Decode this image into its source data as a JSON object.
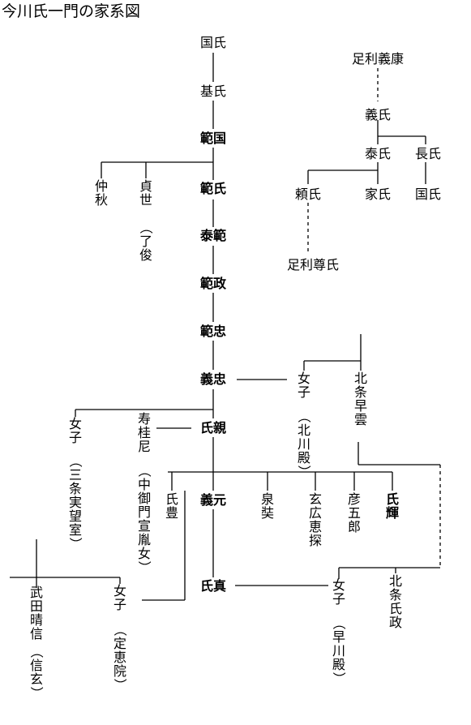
{
  "title": "今川氏一門の家系図",
  "nodes": {
    "kunuji": "国氏",
    "motouji": "基氏",
    "norikuni": "範国",
    "noriuji": "範氏",
    "yasunori": "泰範",
    "norimasa": "範政",
    "noritada": "範忠",
    "yoshitada": "義忠",
    "ujichika": "氏親",
    "yoshimoto": "義元",
    "ujizane": "氏真",
    "ashikaga_yoshiyasu": "足利義康",
    "yoshiuji": "義氏",
    "yasuuji": "泰氏",
    "nagauji": "長氏",
    "yoriuji": "頼氏",
    "ieuji": "家氏",
    "kuniuji2": "国氏",
    "ashikaga_takauji": "足利尊氏",
    "chushu": "仲秋",
    "sadayo": "貞世",
    "sadayo_note": "（了俊",
    "woman_kitagawa": "女子",
    "woman_kitagawa_note": "（北川殿）",
    "hojo_soun": "北条早雲",
    "woman_sanjo": "女子",
    "woman_sanjo_note": "（三条実望室）",
    "jukeini": "寿桂尼",
    "jukeini_note": "（中御門宣胤女）",
    "ujitoyo": "氏豊",
    "sensho": "泉奘",
    "genko_etan": "玄広恵探",
    "hikogoro": "彦五郎",
    "ujiteru": "氏輝",
    "takeda_harunobu": "武田晴信",
    "takeda_note": "（信玄）",
    "woman_jokei": "女子",
    "woman_jokei_note": "（定恵院）",
    "woman_hayakawa": "女子",
    "woman_hayakawa_note": "（早川殿）",
    "hojo_ujimasa": "北条氏政"
  }
}
